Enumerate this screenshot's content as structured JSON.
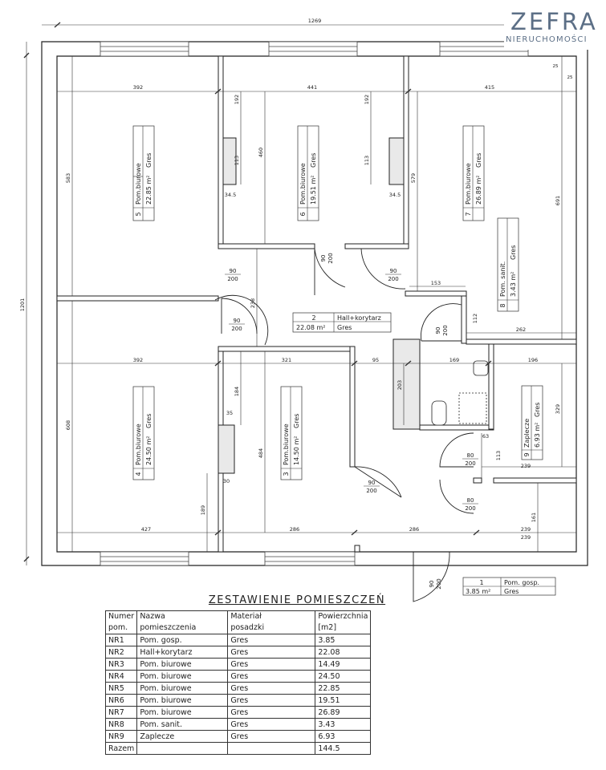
{
  "logo": {
    "brand": "ZEFRA",
    "subtitle": "NIERUCHOMOŚCI"
  },
  "dimensions": {
    "overall_width": "1269",
    "overall_height": "1201",
    "top_row": [
      "392",
      "441",
      "415"
    ],
    "top_misc": [
      "192",
      "192",
      "113",
      "113",
      "34.5",
      "34.5",
      "460",
      "579",
      "583",
      "691",
      "25",
      "25"
    ],
    "middle_row": [
      "392",
      "321",
      "95",
      "169",
      "196",
      "262",
      "153"
    ],
    "mid_misc": [
      "608",
      "484",
      "238",
      "184",
      "35",
      "30",
      "189",
      "203",
      "112",
      "113",
      "63",
      "329",
      "239",
      "239",
      "161"
    ],
    "bottom_row": [
      "427",
      "286",
      "286",
      "239"
    ]
  },
  "doors": [
    {
      "w": "90",
      "h": "200"
    },
    {
      "w": "90",
      "h": "200"
    },
    {
      "w": "90",
      "h": "200"
    },
    {
      "w": "90",
      "h": "200"
    },
    {
      "w": "90",
      "h": "200"
    },
    {
      "w": "90",
      "h": "200"
    },
    {
      "w": "80",
      "h": "200"
    },
    {
      "w": "80",
      "h": "200"
    },
    {
      "w": "90",
      "h": "200"
    }
  ],
  "rooms_plan": [
    {
      "num": "5",
      "name": "Pom.biurowe",
      "area": "22.85 m²",
      "mat": "Gres"
    },
    {
      "num": "6",
      "name": "Pom.biurowe",
      "area": "19.51 m²",
      "mat": "Gres"
    },
    {
      "num": "7",
      "name": "Pom.biurowe",
      "area": "26.89 m²",
      "mat": "Gres"
    },
    {
      "num": "8",
      "name": "Pom. sanit.",
      "area": "3.43 m²",
      "mat": "Gres"
    },
    {
      "num": "2",
      "name": "Hall+korytarz",
      "area": "22.08 m²",
      "mat": "Gres"
    },
    {
      "num": "4",
      "name": "Pom.biurowe",
      "area": "24.50 m²",
      "mat": "Gres"
    },
    {
      "num": "3",
      "name": "Pom.biurowe",
      "area": "14.50 m²",
      "mat": "Gres"
    },
    {
      "num": "9",
      "name": "Zaplecze",
      "area": "6.93 m²",
      "mat": "Gres"
    },
    {
      "num": "1",
      "name": "Pom. gosp.",
      "area": "3.85 m²",
      "mat": "Gres"
    }
  ],
  "table": {
    "title": "ZESTAWIENIE POMIESZCZEŃ",
    "headers": [
      [
        "Numer",
        "pom."
      ],
      [
        "Nazwa",
        "pomieszczenia"
      ],
      [
        "Materiał",
        "posadzki"
      ],
      [
        "Powierzchnia",
        "[m2]"
      ]
    ],
    "rows": [
      [
        "NR1",
        "Pom. gosp.",
        "Gres",
        "3.85"
      ],
      [
        "NR2",
        "Hall+korytarz",
        "Gres",
        "22.08"
      ],
      [
        "NR3",
        "Pom. biurowe",
        "Gres",
        "14.49"
      ],
      [
        "NR4",
        "Pom. biurowe",
        "Gres",
        "24.50"
      ],
      [
        "NR5",
        "Pom. biurowe",
        "Gres",
        "22.85"
      ],
      [
        "NR6",
        "Pom. biurowe",
        "Gres",
        "19.51"
      ],
      [
        "NR7",
        "Pom. biurowe",
        "Gres",
        "26.89"
      ],
      [
        "NR8",
        "Pom. sanit.",
        "Gres",
        "3.43"
      ],
      [
        "NR9",
        "Zaplecze",
        "Gres",
        "6.93"
      ]
    ],
    "total": [
      "Razem",
      "",
      "",
      "144.5"
    ]
  }
}
